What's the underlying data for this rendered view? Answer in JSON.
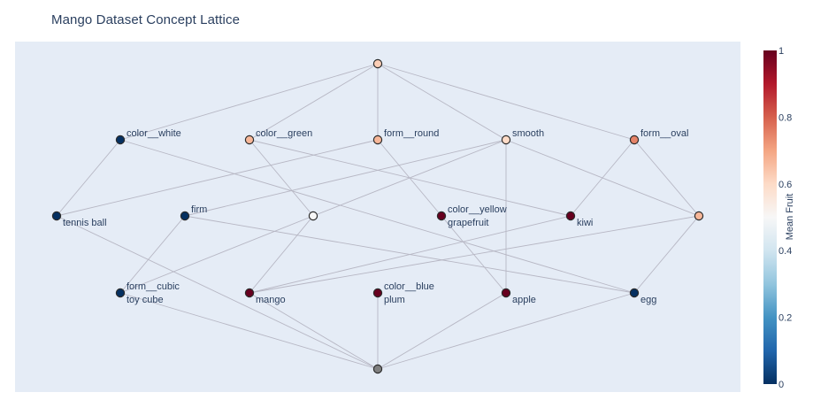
{
  "title": "Mango Dataset Concept Lattice",
  "colorbar": {
    "title": "Mean Fruit",
    "ticks": [
      "0",
      "0.2",
      "0.4",
      "0.6",
      "0.8",
      "1"
    ],
    "colorscale": [
      "#053061",
      "#2166ac",
      "#4393c3",
      "#92c5de",
      "#d1e5f0",
      "#f7f7f7",
      "#fddbc7",
      "#f4a582",
      "#d6604d",
      "#b2182b",
      "#67001f"
    ]
  },
  "nodes": [
    {
      "id": "top",
      "upper": "",
      "lower": "",
      "value": 0.625
    },
    {
      "id": "color_white",
      "upper": "color__white",
      "lower": "",
      "value": 0.0
    },
    {
      "id": "color_green",
      "upper": "color__green",
      "lower": "",
      "value": 0.667
    },
    {
      "id": "form_round",
      "upper": "form__round",
      "lower": "",
      "value": 0.667
    },
    {
      "id": "smooth",
      "upper": "smooth",
      "lower": "",
      "value": 0.6
    },
    {
      "id": "form_oval",
      "upper": "form__oval",
      "lower": "",
      "value": 0.75
    },
    {
      "id": "tennis_ball",
      "upper": "",
      "lower": "tennis ball",
      "value": 0.0
    },
    {
      "id": "firm",
      "upper": "firm",
      "lower": "",
      "value": 0.0
    },
    {
      "id": "mid_white",
      "upper": "",
      "lower": "",
      "value": 0.5
    },
    {
      "id": "color_yellow",
      "upper": "color__yellow",
      "lower": "grapefruit",
      "value": 1.0
    },
    {
      "id": "kiwi",
      "upper": "",
      "lower": "kiwi",
      "value": 1.0
    },
    {
      "id": "mid_peach",
      "upper": "",
      "lower": "",
      "value": 0.667
    },
    {
      "id": "form_cubic",
      "upper": "form__cubic",
      "lower": "toy cube",
      "value": 0.0
    },
    {
      "id": "mango",
      "upper": "",
      "lower": "mango",
      "value": 1.0
    },
    {
      "id": "color_blue",
      "upper": "color__blue",
      "lower": "plum",
      "value": 1.0
    },
    {
      "id": "apple",
      "upper": "",
      "lower": "apple",
      "value": 1.0
    },
    {
      "id": "egg",
      "upper": "",
      "lower": "egg",
      "value": 0.0
    },
    {
      "id": "bottom",
      "upper": "",
      "lower": "",
      "value": null
    }
  ],
  "edges": [
    [
      "top",
      "color_white"
    ],
    [
      "top",
      "color_green"
    ],
    [
      "top",
      "form_round"
    ],
    [
      "top",
      "smooth"
    ],
    [
      "top",
      "form_oval"
    ],
    [
      "color_white",
      "tennis_ball"
    ],
    [
      "color_white",
      "egg"
    ],
    [
      "color_green",
      "mid_white"
    ],
    [
      "color_green",
      "kiwi"
    ],
    [
      "form_round",
      "tennis_ball"
    ],
    [
      "form_round",
      "color_yellow"
    ],
    [
      "smooth",
      "firm"
    ],
    [
      "smooth",
      "mid_white"
    ],
    [
      "smooth",
      "apple"
    ],
    [
      "smooth",
      "mid_peach"
    ],
    [
      "form_oval",
      "kiwi"
    ],
    [
      "form_oval",
      "mid_peach"
    ],
    [
      "firm",
      "form_cubic"
    ],
    [
      "firm",
      "egg"
    ],
    [
      "mid_white",
      "form_cubic"
    ],
    [
      "mid_white",
      "mango"
    ],
    [
      "color_yellow",
      "apple"
    ],
    [
      "kiwi",
      "mango"
    ],
    [
      "mid_peach",
      "mango"
    ],
    [
      "mid_peach",
      "egg"
    ],
    [
      "tennis_ball",
      "bottom"
    ],
    [
      "form_cubic",
      "bottom"
    ],
    [
      "mango",
      "bottom"
    ],
    [
      "color_blue",
      "bottom"
    ],
    [
      "apple",
      "bottom"
    ],
    [
      "egg",
      "bottom"
    ]
  ]
}
